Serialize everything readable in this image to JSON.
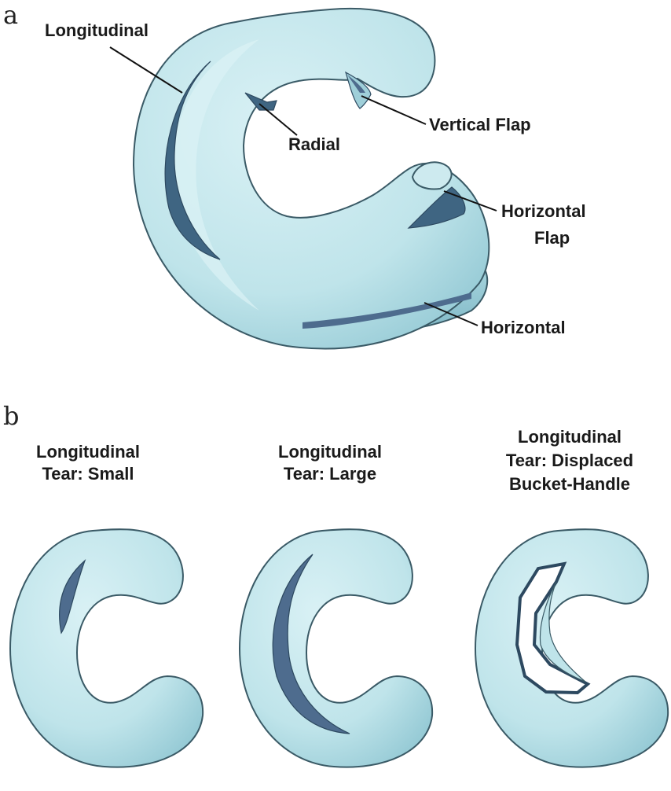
{
  "colors": {
    "meniscus_fill": "#bfe4ea",
    "meniscus_highlight": "#dff3f6",
    "meniscus_shadow": "#8fc5d0",
    "tear_dark": "#4e6c8e",
    "outline": "#3a5a66"
  },
  "panel_a": {
    "letter": "a",
    "labels": {
      "longitudinal": "Longitudinal",
      "radial": "Radial",
      "vertical_flap": "Vertical Flap",
      "horizontal_flap_line1": "Horizontal",
      "horizontal_flap_line2": "Flap",
      "horizontal": "Horizontal"
    }
  },
  "panel_b": {
    "letter": "b",
    "items": [
      {
        "caption_lines": [
          "Longitudinal",
          "Tear: Small"
        ]
      },
      {
        "caption_lines": [
          "Longitudinal",
          "Tear: Large"
        ]
      },
      {
        "caption_lines": [
          "Longitudinal",
          "Tear: Displaced",
          "Bucket-Handle"
        ]
      }
    ]
  }
}
